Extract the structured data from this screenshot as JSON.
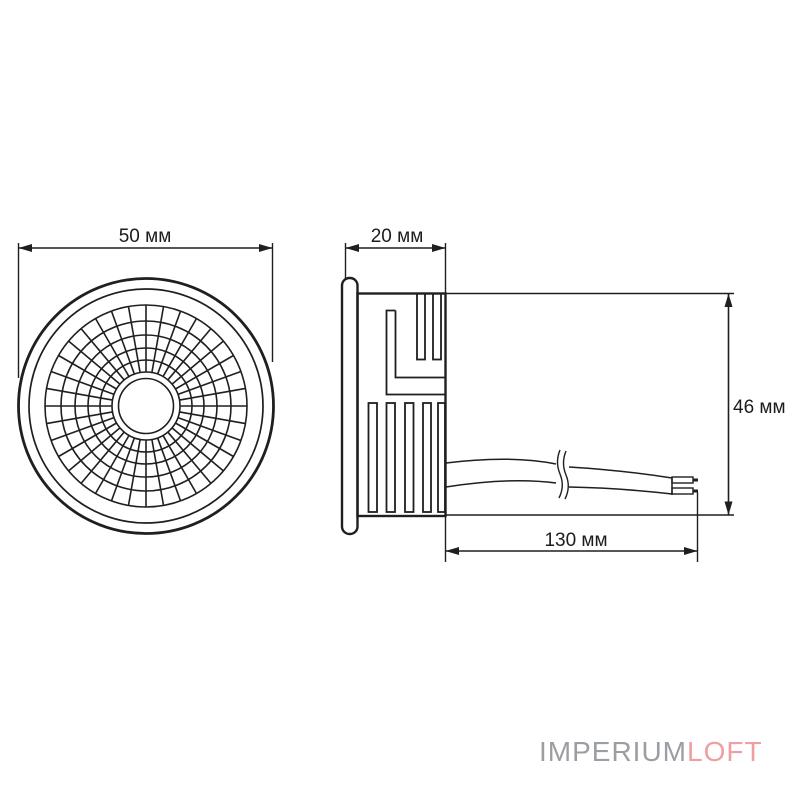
{
  "drawing": {
    "background": "#ffffff",
    "line_color": "#1f1f1f",
    "dimensions": {
      "diameter_label": "50 мм",
      "depth_label": "20 мм",
      "height_label": "46 мм",
      "cable_length_label": "130 мм"
    }
  },
  "watermark": {
    "part1": "IMPERIUM",
    "part2": "LOFT",
    "part1_color": "#9b9ea3",
    "part2_color": "#ef9fa4"
  }
}
